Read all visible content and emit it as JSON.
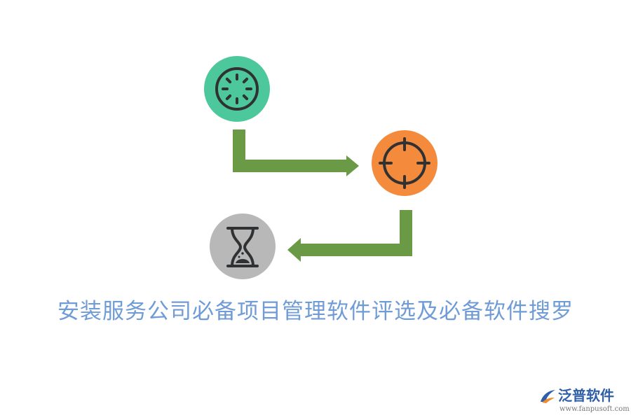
{
  "title": "安装服务公司必备项目管理软件评选及必备软件搜罗",
  "logo": {
    "name": "泛普软件",
    "url": "www.fanpusoft.com"
  },
  "icons": [
    "timer-icon",
    "crosshair-icon",
    "hourglass-icon"
  ],
  "colors": {
    "title": "#6f9bd6",
    "arrow": "#6a9a46",
    "timer_circle": "#4cc89c",
    "target_circle": "#f48a3c",
    "hourglass_circle": "#b8b8b8",
    "icon_stroke": "#2f3133",
    "logo_text": "#2f5fa8",
    "logo_url": "#777777"
  }
}
